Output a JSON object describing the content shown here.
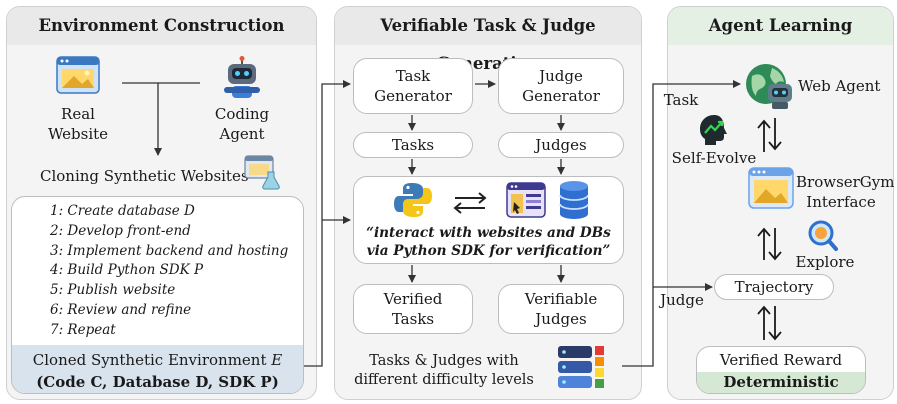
{
  "panels": {
    "env": {
      "title": "Environment Construction"
    },
    "task": {
      "title": "Verifiable Task & Judge Generation"
    },
    "agent": {
      "title": "Agent Learning"
    }
  },
  "env": {
    "real_website": "Real\nWebsite",
    "coding_agent": "Coding\nAgent",
    "cloning": "Cloning Synthetic Websites",
    "steps": [
      "1: Create database D",
      "2: Develop front-end",
      "3: Implement backend and hosting",
      "4: Build Python SDK P",
      "5: Publish website",
      "6: Review and refine",
      "7: Repeat"
    ],
    "cloned_line1": "Cloned Synthetic Environment",
    "cloned_symbol": "E",
    "cloned_line2": "(Code C, Database D, SDK P)"
  },
  "taskgen": {
    "task_generator": "Task\nGenerator",
    "judge_generator": "Judge\nGenerator",
    "tasks": "Tasks",
    "judges": "Judges",
    "quote": "“interact with websites and DBs\nvia Python SDK for verification”",
    "verified_tasks": "Verified\nTasks",
    "verifiable_judges": "Verifiable\nJudges",
    "difficulty": "Tasks & Judges with\ndifferent difficulty levels"
  },
  "agent": {
    "task_label": "Task",
    "judge_label": "Judge",
    "web_agent": "Web Agent",
    "self_evolve": "Self-Evolve",
    "browsergym": "BrowserGym\nInterface",
    "explore": "Explore",
    "trajectory": "Trajectory",
    "verified_reward": "Verified Reward",
    "deterministic": "Deterministic"
  },
  "colors": {
    "panel_bg": "#f4f4f4",
    "header_env": "#e9e9e9",
    "header_task": "#e9e9e9",
    "header_agent": "#e5f0e5",
    "cloned_bg": "#d9e3ee",
    "deterministic_bg": "#d5e8d4",
    "python_blue": "#3d7ab8",
    "python_yellow": "#f5c518",
    "db_blue": "#2f6fd0"
  },
  "icons": [
    "website-icon",
    "robot-icon",
    "python-icon",
    "database-icon",
    "globe-robot-icon",
    "brain-icon",
    "magnifier-icon",
    "server-stack-icon",
    "swap-arrows-icon"
  ]
}
